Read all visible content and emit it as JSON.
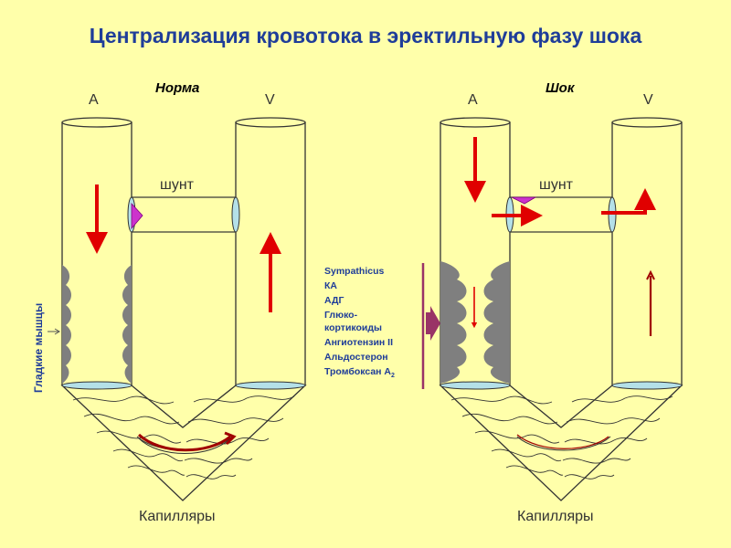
{
  "title": "Централизация кровотока в эректильную фазу шока",
  "panels": {
    "normal": {
      "heading": "Норма",
      "artery_label": "А",
      "vein_label": "V",
      "shunt_label": "шунт",
      "capillaries_label": "Капилляры",
      "smooth_muscle_label": "Гладкие мышцы"
    },
    "shock": {
      "heading": "Шок",
      "artery_label": "А",
      "vein_label": "V",
      "shunt_label": "шунт",
      "capillaries_label": "Капилляры",
      "factors": [
        "Sympathicus",
        "КА",
        "АДГ",
        "Глюко-",
        "кортикоиды",
        "Ангиотензин II",
        "Альдостерон",
        "Тромбоксан А",
        "2"
      ]
    }
  },
  "colors": {
    "title": "#1F3D99",
    "arrow": "#E00000",
    "muscle": "#7F7F7F",
    "shunt_valve": "#CC33CC",
    "factor_arrow": "#993366",
    "vessel_end": "#B4E0E8"
  }
}
